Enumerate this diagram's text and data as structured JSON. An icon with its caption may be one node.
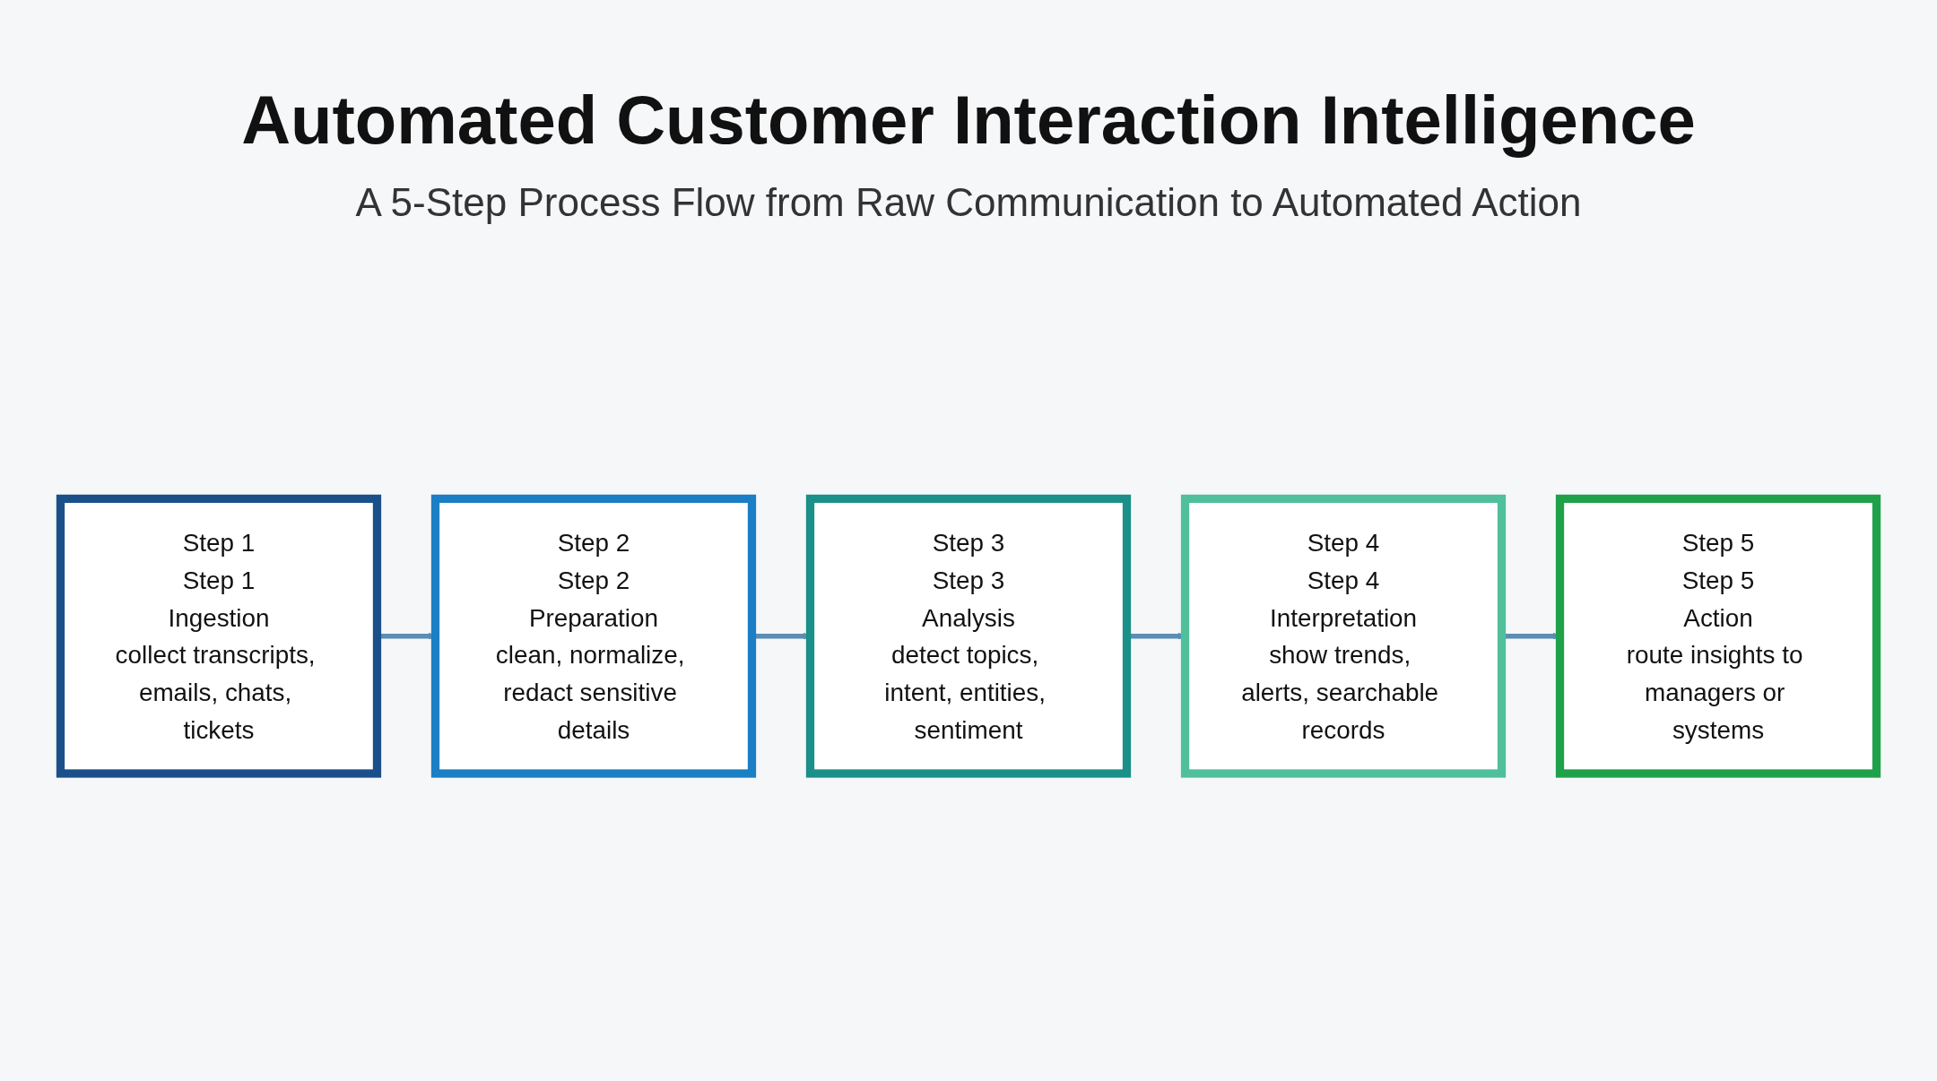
{
  "diagram": {
    "title": "Automated Customer Interaction Intelligence",
    "caption": "A 5-Step Process Flow from Raw Communication to Automated Action",
    "nodes": [
      {
        "text": [
          "Step 1",
          "Step 1",
          "Ingestion",
          "collect transcripts, emails, chats, tickets"
        ]
      },
      {
        "text": [
          "Step 2",
          "Step 2",
          "Preparation",
          "clean, normalize, redact sensitive details"
        ]
      },
      {
        "text": [
          "Step 3",
          "Step 3",
          "Analysis",
          "detect topics, intent, entities, sentiment"
        ]
      },
      {
        "text": [
          "Step 4",
          "Step 4",
          "Interpretation",
          "show trends, alerts, searchable records"
        ]
      },
      {
        "text": [
          "Step 5",
          "Step 5",
          "Action",
          "route insights to managers or systems"
        ]
      }
    ],
    "edges": [
      {
        "from": 0,
        "to": 1,
        "arrow": "to"
      },
      {
        "from": 1,
        "to": 2,
        "arrow": "to"
      },
      {
        "from": 2,
        "to": 3,
        "arrow": "to"
      },
      {
        "from": 3,
        "to": 4,
        "arrow": "to"
      }
    ]
  }
}
